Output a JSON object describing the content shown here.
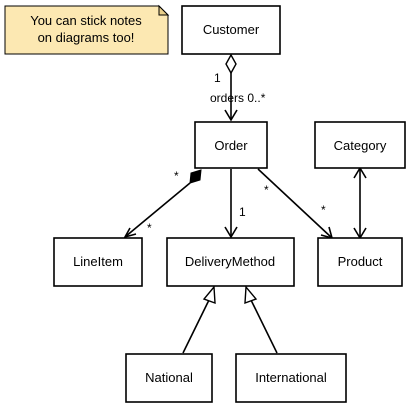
{
  "note": {
    "lines": [
      "You can stick notes",
      "on diagrams too!"
    ]
  },
  "classes": {
    "customer": "Customer",
    "order": "Order",
    "category": "Category",
    "line_item": "LineItem",
    "delivery_method": "DeliveryMethod",
    "product": "Product",
    "national": "National",
    "international": "International"
  },
  "relations": {
    "customer_order": {
      "source_mult": "1",
      "target_label": "orders 0..*"
    },
    "order_lineitem": {
      "source_mult": "*",
      "target_mult": "*"
    },
    "order_delivery": {
      "target_mult": "1"
    },
    "order_product": {
      "source_mult": "*",
      "target_mult": "*"
    }
  },
  "colors": {
    "note_fill": "#fce8b2",
    "line": "#000000"
  }
}
